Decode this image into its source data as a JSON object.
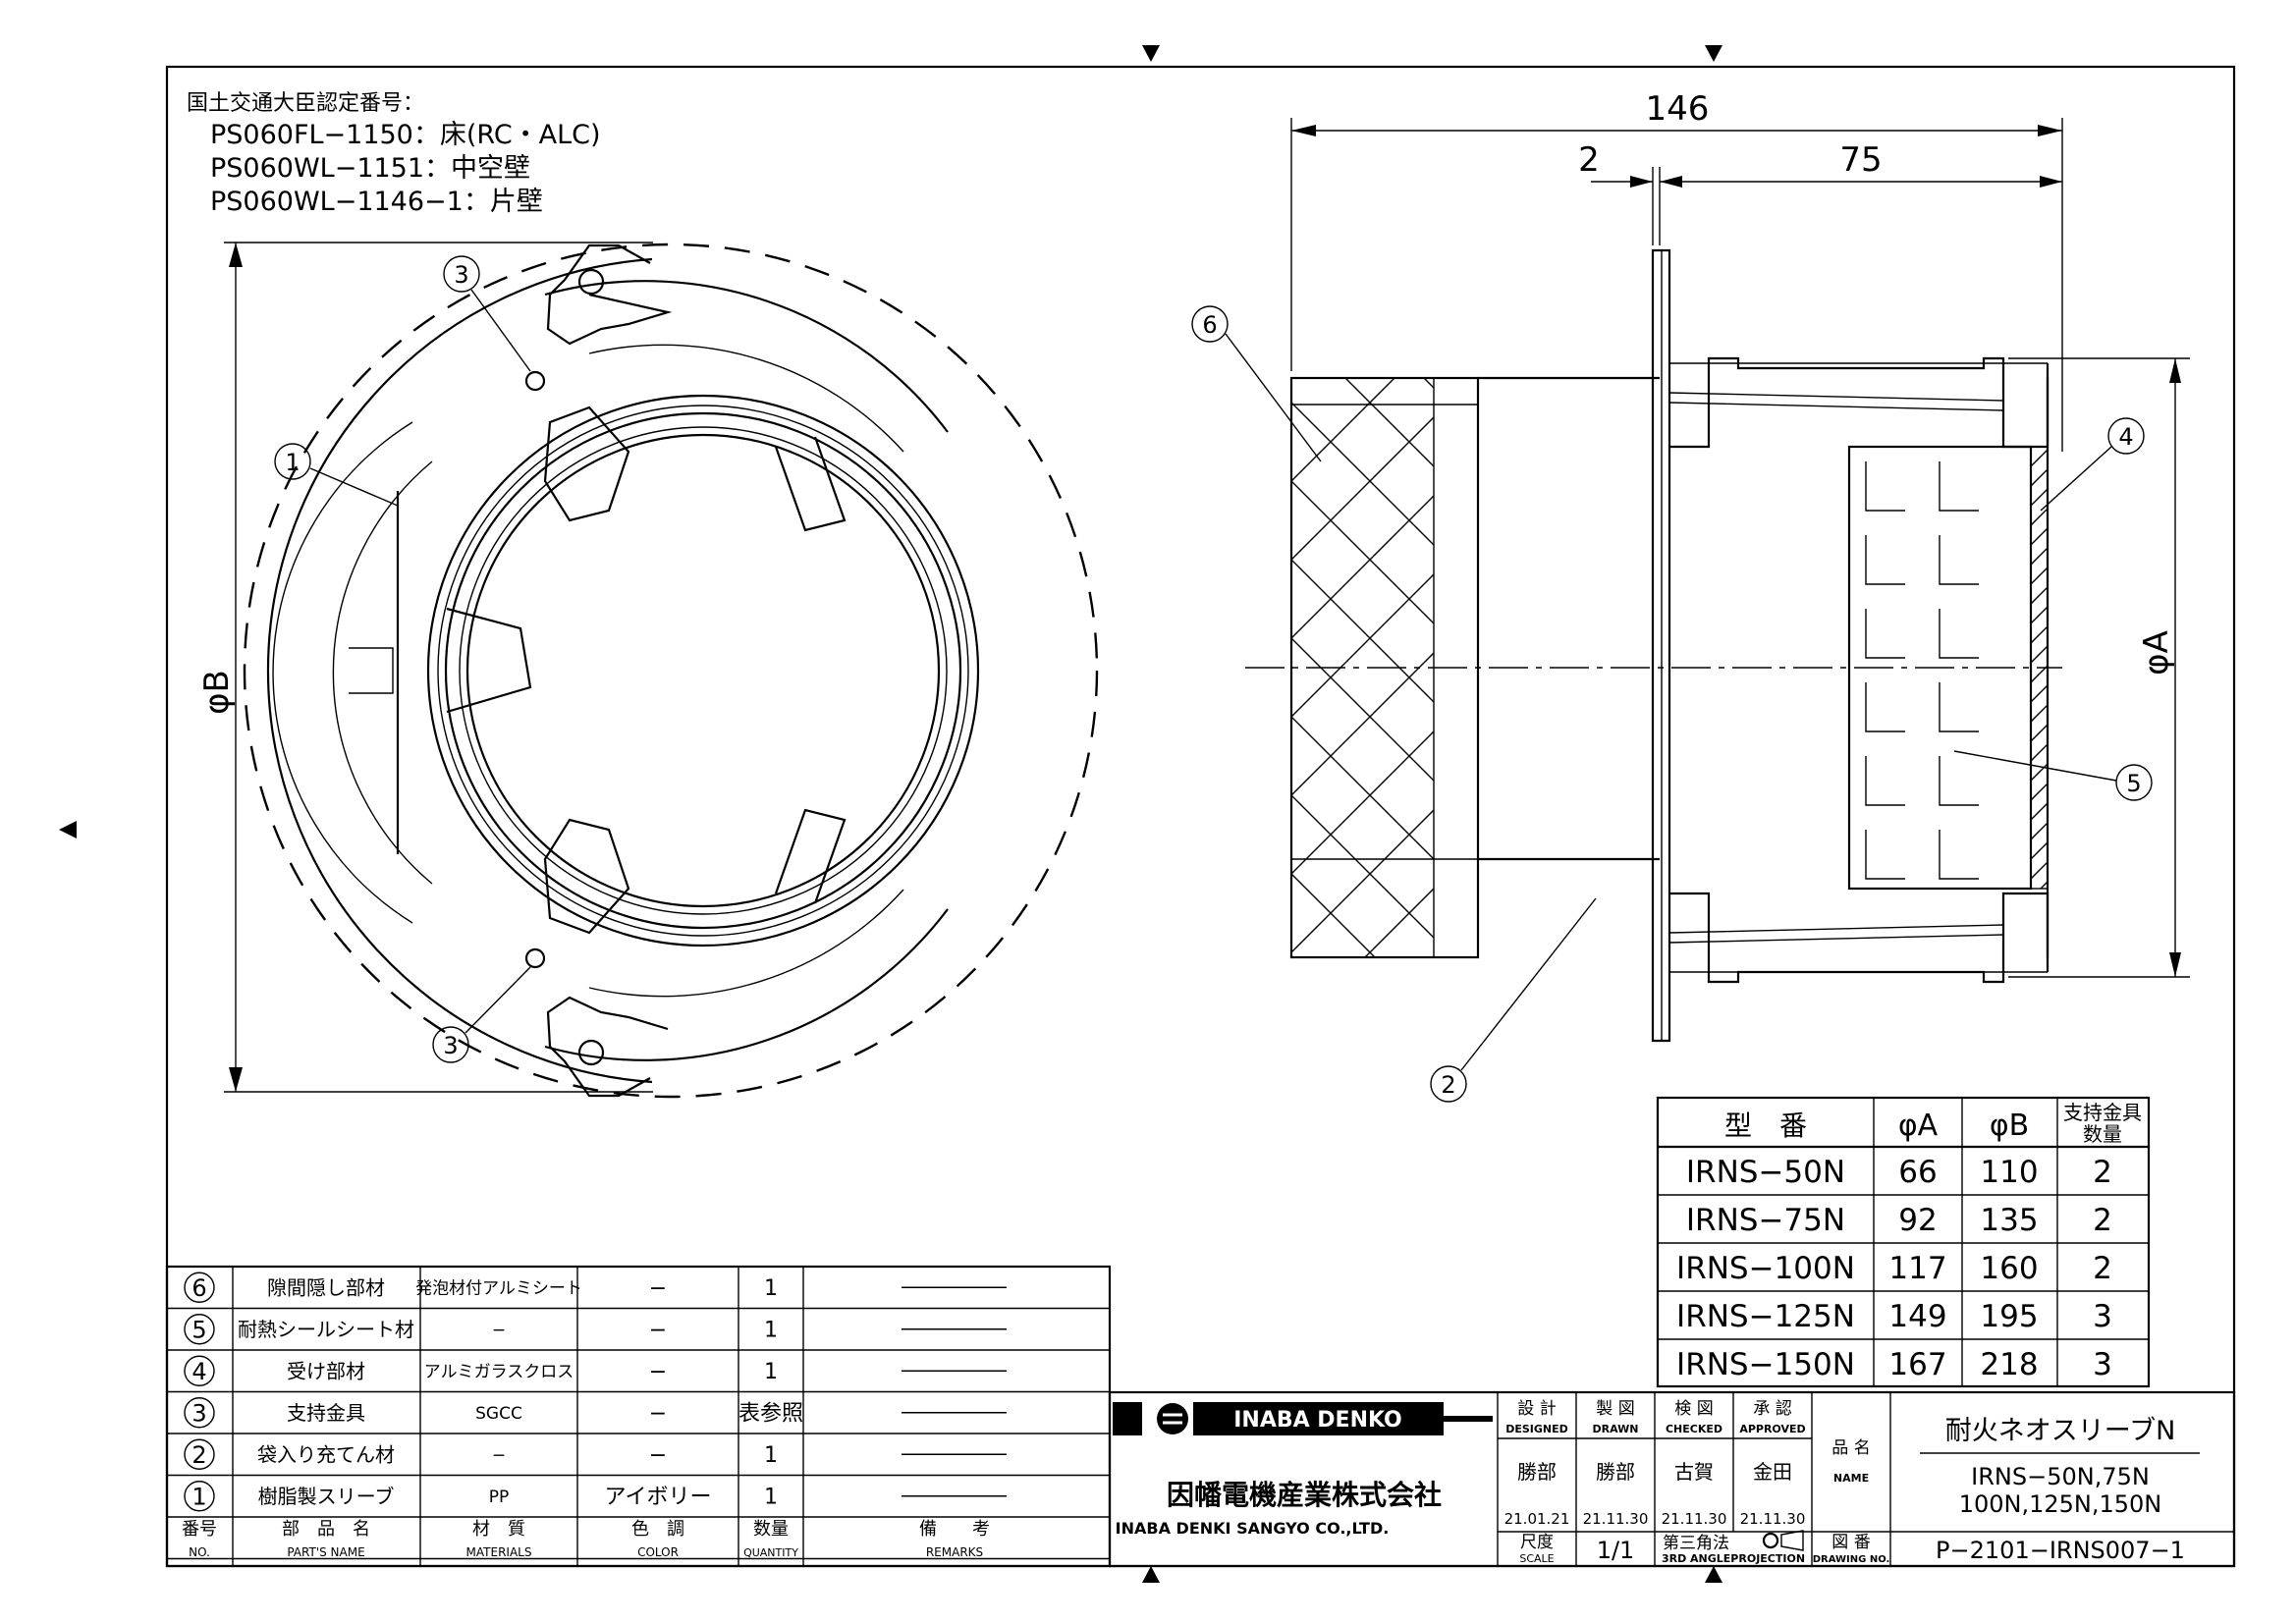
{
  "certification": {
    "heading": "国土交通大臣認定番号：",
    "lines": [
      "PS060FL−1150：床(RC・ALC)",
      "PS060WL−1151：中空壁",
      "PS060WL−1146−1：片壁"
    ]
  },
  "dimensions": {
    "total": "146",
    "gap": "2",
    "depth": "75",
    "dia_a": "φA",
    "dia_b": "φB"
  },
  "balloons": {
    "b1": "1",
    "b2": "2",
    "b3a": "3",
    "b3b": "3",
    "b4": "4",
    "b5": "5",
    "b6": "6"
  },
  "size_table": {
    "headers": [
      "型　番",
      "φA",
      "φB",
      "支持金具",
      "数量"
    ],
    "rows": [
      [
        "IRNS−50N",
        "66",
        "110",
        "2"
      ],
      [
        "IRNS−75N",
        "92",
        "135",
        "2"
      ],
      [
        "IRNS−100N",
        "117",
        "160",
        "2"
      ],
      [
        "IRNS−125N",
        "149",
        "195",
        "3"
      ],
      [
        "IRNS−150N",
        "167",
        "218",
        "3"
      ]
    ]
  },
  "parts_table": {
    "rows": [
      {
        "no": "6",
        "name": "隙間隠し部材",
        "material": "発泡材付アルミシート",
        "color": "−",
        "qty": "1"
      },
      {
        "no": "5",
        "name": "耐熱シールシート材",
        "material": "−",
        "color": "−",
        "qty": "1"
      },
      {
        "no": "4",
        "name": "受け部材",
        "material": "アルミガラスクロス",
        "color": "−",
        "qty": "1"
      },
      {
        "no": "3",
        "name": "支持金具",
        "material": "SGCC",
        "color": "−",
        "qty": "表参照"
      },
      {
        "no": "2",
        "name": "袋入り充てん材",
        "material": "−",
        "color": "−",
        "qty": "1"
      },
      {
        "no": "1",
        "name": "樹脂製スリーブ",
        "material": "PP",
        "color": "アイボリー",
        "qty": "1"
      }
    ],
    "header": {
      "no_jp": "番号",
      "no_en": "NO.",
      "name_jp": "部　品　名",
      "name_en": "PART'S NAME",
      "material_jp": "材　質",
      "material_en": "MATERIALS",
      "color_jp": "色　調",
      "color_en": "COLOR",
      "qty_jp": "数量",
      "qty_en": "QUANTITY",
      "remarks_jp": "備　　考",
      "remarks_en": "REMARKS"
    }
  },
  "title_block": {
    "brand": "INABA DENKO",
    "company_jp": "因幡電機産業株式会社",
    "company_en": "INABA DENKI SANGYO CO.,LTD.",
    "designed_jp": "設 計",
    "designed_en": "DESIGNED",
    "drawn_jp": "製 図",
    "drawn_en": "DRAWN",
    "checked_jp": "検 図",
    "checked_en": "CHECKED",
    "approved_jp": "承 認",
    "approved_en": "APPROVED",
    "designed_by": "勝部",
    "drawn_by": "勝部",
    "checked_by": "古賀",
    "approved_by": "金田",
    "designed_date": "21.01.21",
    "drawn_date": "21.11.30",
    "checked_date": "21.11.30",
    "approved_date": "21.11.30",
    "name_label_jp": "品 名",
    "name_label_en": "NAME",
    "product_name": "耐火ネオスリーブN",
    "product_models_1": "IRNS−50N,75N",
    "product_models_2": "100N,125N,150N",
    "scale_jp": "尺度",
    "scale_en": "SCALE",
    "scale": "1/1",
    "projection_jp": "第三角法",
    "projection_en": "3RD ANGLEPROJECTION",
    "drawing_no_jp": "図 番",
    "drawing_no_en": "DRAWING NO.",
    "drawing_no": "P−2101−IRNS007−1"
  }
}
